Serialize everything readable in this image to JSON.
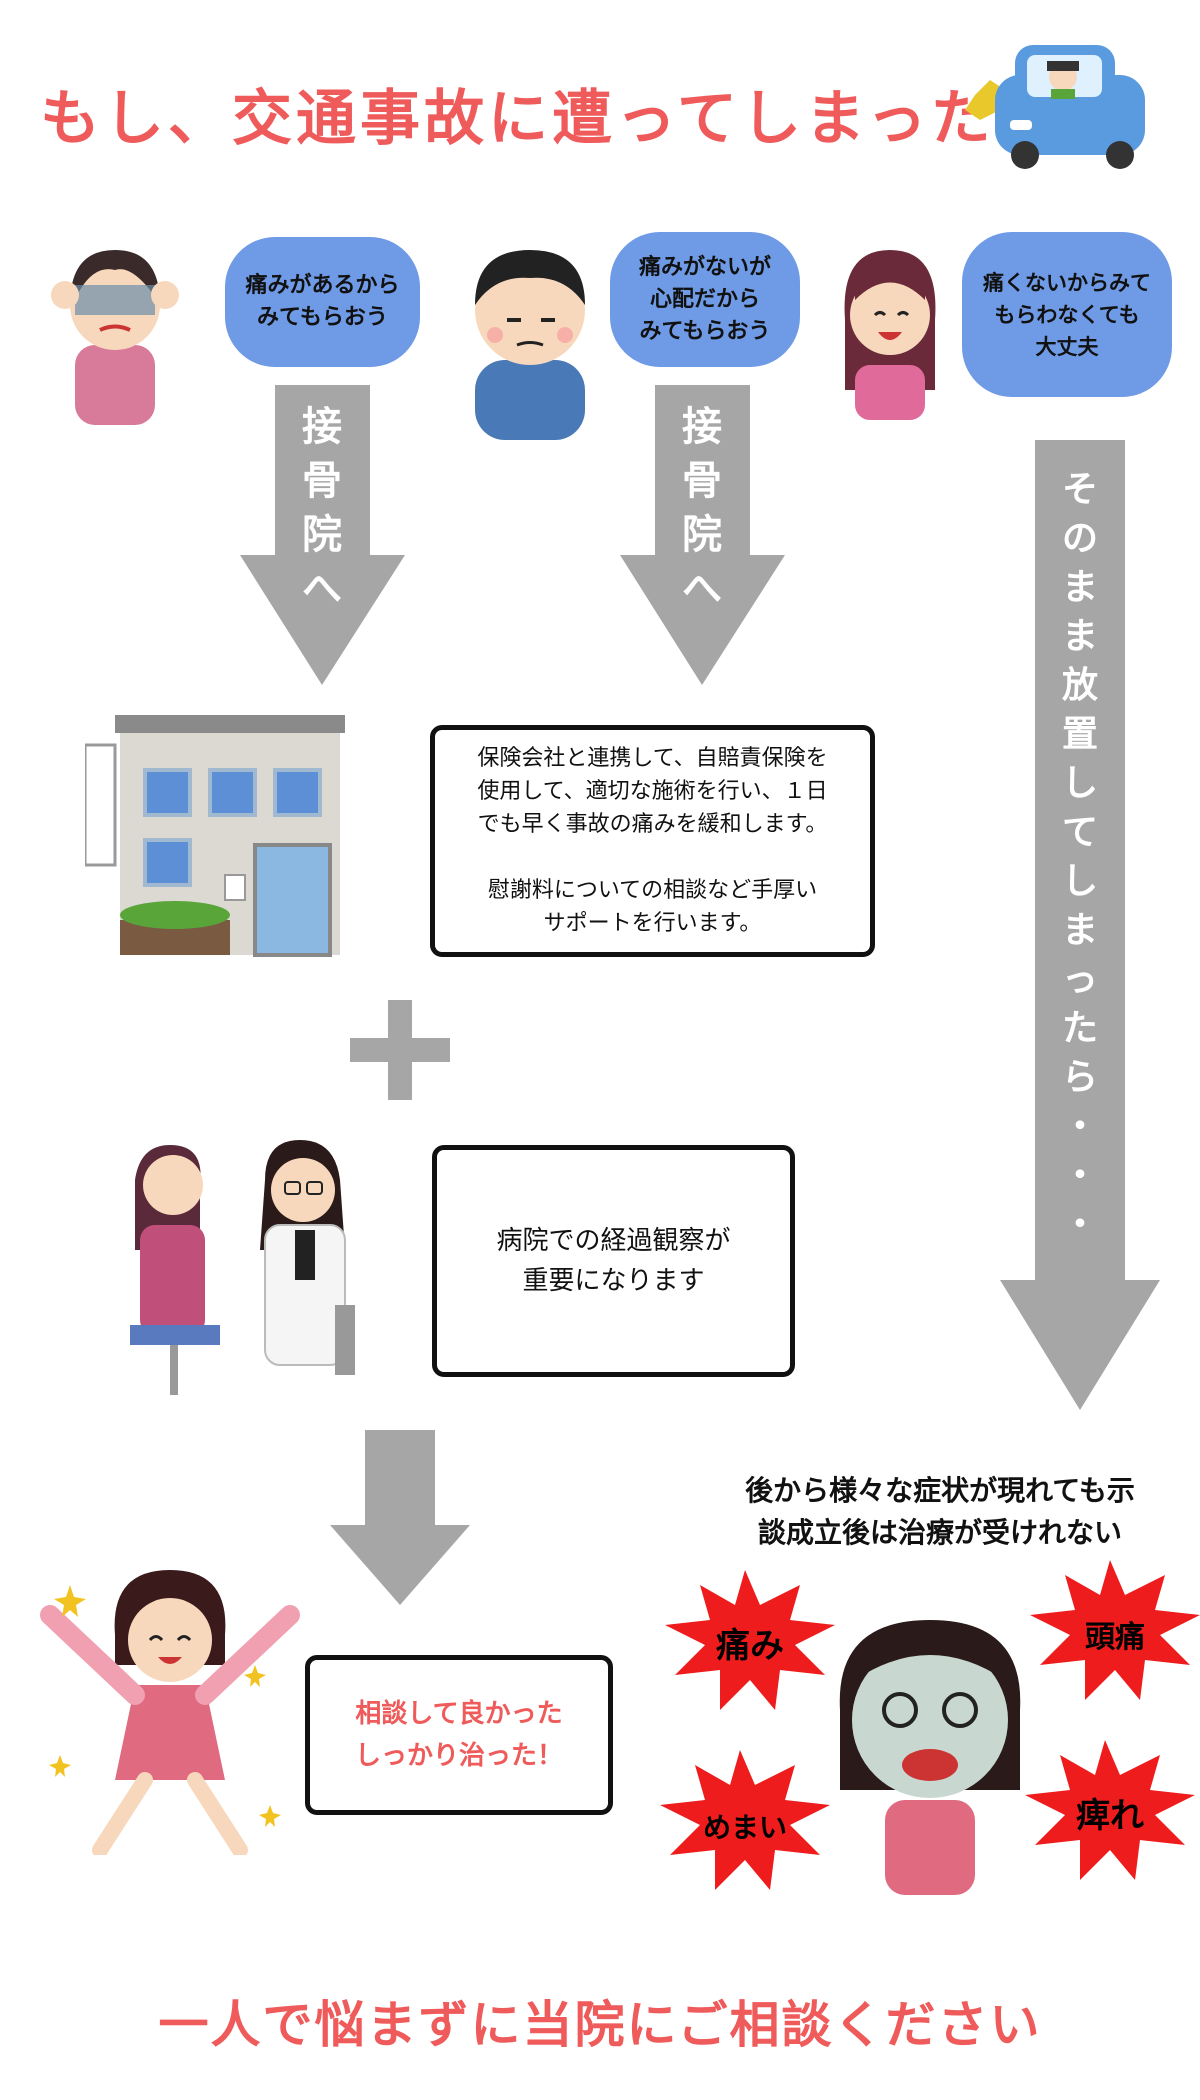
{
  "title": "もし、交通事故に遭ってしまったら",
  "paths": [
    {
      "bubble": "痛みがあるから\nみてもらおう",
      "arrow_text": "接\n骨\n院\nへ"
    },
    {
      "bubble": "痛みがないが\n心配だから\nみてもらおう",
      "arrow_text": "接\n骨\n院\nへ"
    },
    {
      "bubble": "痛くないからみて\nもらわなくても\n大丈夫",
      "arrow_text": "そ\nの\nま\nま\n放\n置\nし\nて\nし\nま\nっ\nた\nら\n・\n・\n・"
    }
  ],
  "clinic_box": "保険会社と連携して、自賠責保険を\n使用して、適切な施術を行い、１日\nでも早く事故の痛みを緩和します。\n\n慰謝料についての相談など手厚い\nサポートを行います。",
  "hospital_box": "病院での経過観察が\n重要になります",
  "result_box": "相談して良かった\nしっかり治った！",
  "warning": "後から様々な症状が現れても示\n談成立後は治療が受けれない",
  "symptoms": [
    "痛み",
    "頭痛",
    "めまい",
    "痺れ"
  ],
  "footer": "一人で悩まずに当院にご相談ください",
  "colors": {
    "accent": "#ef5a5a",
    "bubble": "#6f9be6",
    "arrow": "#a6a6a6",
    "burst": "#ee1c1c"
  }
}
